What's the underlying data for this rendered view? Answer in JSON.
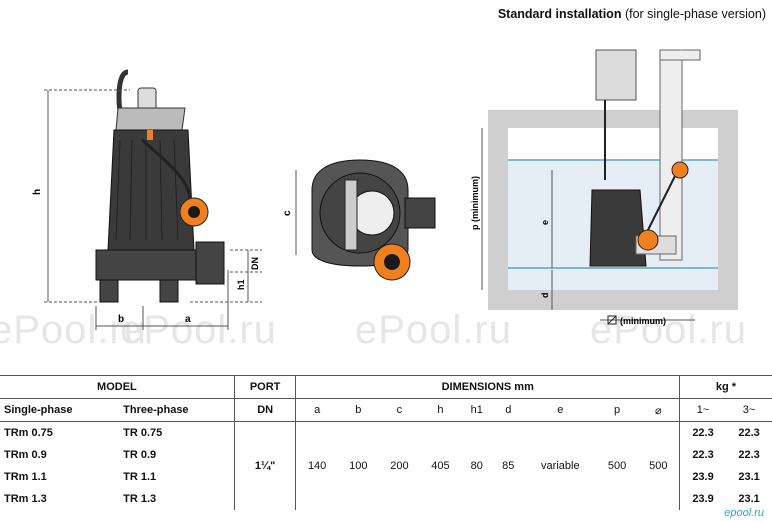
{
  "header": {
    "title_bold": "Standard installation",
    "title_rest": "(for single-phase version)"
  },
  "watermark": "ePool.ru",
  "labels": {
    "h": "h",
    "b": "b",
    "a": "a",
    "dn": "DN",
    "h1": "h1",
    "c": "c",
    "p": "p (minimum)",
    "e": "e",
    "d": "d",
    "sq": "(minimum)"
  },
  "table": {
    "model": "MODEL",
    "port": "PORT",
    "dimensions": "DIMENSIONS mm",
    "kg": "kg *",
    "single": "Single-phase",
    "three": "Three-phase",
    "dn": "DN",
    "cols": [
      "a",
      "b",
      "c",
      "h",
      "h1",
      "d",
      "e",
      "p",
      "⌀"
    ],
    "kg_cols": [
      "1~",
      "3~"
    ],
    "rows": [
      {
        "single": "TRm 0.75",
        "three": "TR 0.75",
        "kg1": "22.3",
        "kg3": "22.3"
      },
      {
        "single": "TRm 0.9",
        "three": "TR 0.9",
        "kg1": "22.3",
        "kg3": "22.3"
      },
      {
        "single": "TRm 1.1",
        "three": "TR 1.1",
        "kg1": "23.9",
        "kg3": "23.1"
      },
      {
        "single": "TRm 1.3",
        "three": "TR 1.3",
        "kg1": "23.9",
        "kg3": "23.1"
      }
    ],
    "shared": {
      "port": "1¼\"",
      "a": "140",
      "b": "100",
      "c": "200",
      "h": "405",
      "h1": "80",
      "d": "85",
      "e": "variable",
      "p": "500",
      "sq": "500"
    }
  },
  "badge": "epool.ru"
}
